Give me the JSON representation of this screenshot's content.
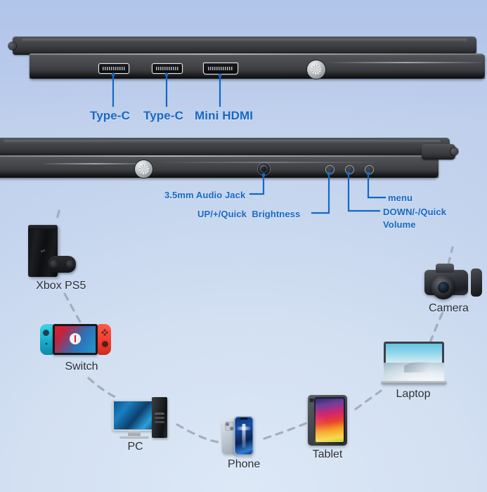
{
  "meta": {
    "subject": "portable-monitor-ports-and-compatibility-infographic",
    "accent_color": "#1668c4",
    "label_text_color": "#2a2f36",
    "background_top_color": "#b9c9ea",
    "background_bottom_color": "#dce8f6",
    "dash_color": "#9aa6b4"
  },
  "top_panel": {
    "name": "port-edge-view",
    "ports": [
      {
        "id": "type-c-1",
        "label": "Type-C",
        "icon": "usb-c-port-icon"
      },
      {
        "id": "type-c-2",
        "label": "Type-C",
        "icon": "usb-c-port-icon"
      },
      {
        "id": "mini-hdmi",
        "label": "Mini HDMI",
        "icon": "mini-hdmi-port-icon"
      }
    ]
  },
  "bottom_panel": {
    "name": "control-edge-view",
    "controls": [
      {
        "id": "audio-jack",
        "label": "3.5mm Audio Jack",
        "icon": "audio-jack-icon"
      },
      {
        "id": "up-button",
        "label": "UP/+/Quick  Brightness",
        "icon": "round-button-icon"
      },
      {
        "id": "down-button",
        "label": "DOWN/-/Quick",
        "label2": "Volume",
        "icon": "round-button-icon"
      },
      {
        "id": "menu-button",
        "label": "menu",
        "icon": "round-button-icon"
      }
    ]
  },
  "devices": [
    {
      "id": "xbox-ps5",
      "label": "Xbox PS5",
      "icon": "game-console-icon"
    },
    {
      "id": "switch",
      "label": "Switch",
      "icon": "nintendo-switch-icon"
    },
    {
      "id": "pc",
      "label": "PC",
      "icon": "desktop-computer-icon"
    },
    {
      "id": "phone",
      "label": "Phone",
      "icon": "smartphone-icon"
    },
    {
      "id": "tablet",
      "label": "Tablet",
      "icon": "tablet-icon"
    },
    {
      "id": "laptop",
      "label": "Laptop",
      "icon": "laptop-icon"
    },
    {
      "id": "camera",
      "label": "Camera",
      "icon": "dslr-camera-icon"
    }
  ]
}
